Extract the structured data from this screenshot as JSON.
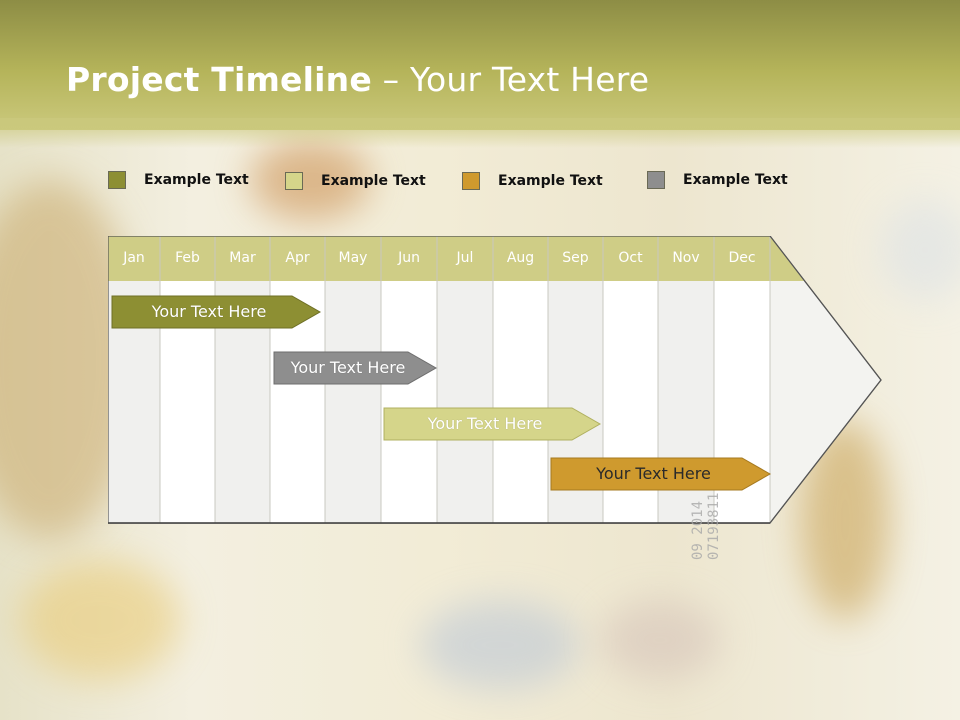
{
  "title": {
    "bold": "Project Timeline",
    "rest": " – Your Text Here"
  },
  "legend": [
    {
      "label": "Example Text",
      "color": "#8d8f33"
    },
    {
      "label": "Example Text",
      "color": "#d5d58a"
    },
    {
      "label": "Example Text",
      "color": "#cf9a2e"
    },
    {
      "label": "Example Text",
      "color": "#8e8e8e"
    }
  ],
  "months": [
    "Jan",
    "Feb",
    "Mar",
    "Apr",
    "May",
    "Jun",
    "Jul",
    "Aug",
    "Sep",
    "Oct",
    "Nov",
    "Dec"
  ],
  "tasks": [
    {
      "label": "Your  Text Here",
      "color": "#8d8f33"
    },
    {
      "label": "Your  Text Here",
      "color": "#8e8e8e"
    },
    {
      "label": "Your  Text Here",
      "color": "#d5d58a"
    },
    {
      "label": "Your  Text Here",
      "color": "#cf9a2e"
    }
  ],
  "header_color": "#cfcd86",
  "stamp": {
    "line1": "09 2014",
    "line2": "07193811"
  }
}
